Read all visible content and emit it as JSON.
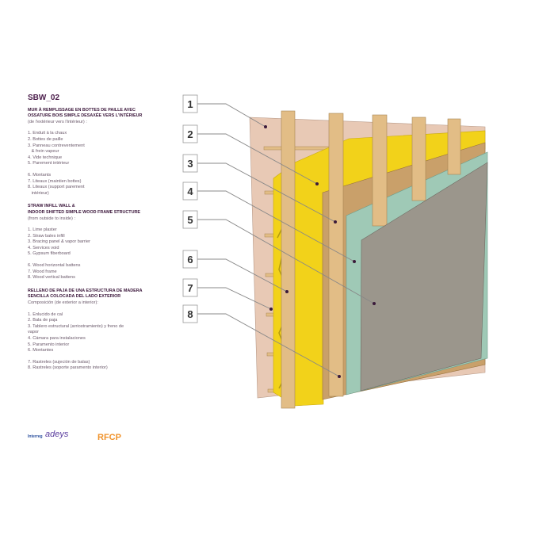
{
  "code": "SBW_02",
  "sections": [
    {
      "title": [
        "MUR À REMPLISSAGE EN BOTTES DE PAILLE AVEC",
        "OSSATURE BOIS SIMPLE DESAXÉE VERS L'INTÉRIEUR"
      ],
      "subtitle": "(de l'extérieur vers l'intérieur) :",
      "items": [
        "1. Enduit à la chaux",
        "2. Bottes de paille",
        "3. Panneau contreventement",
        "   & frein vapeur",
        "4. Vide technique",
        "5. Parement intérieur"
      ],
      "items2": [
        "6. Montants",
        "7. Liteaux (maintien bottes)",
        "8. Liteaux (support parement",
        "   intérieur)"
      ]
    },
    {
      "title": [
        "STRAW INFILL WALL &",
        "INDOOR SHIFTED SIMPLE WOOD FRAME STRUCTURE"
      ],
      "subtitle": "(from outside to inside) :",
      "items": [
        "1. Lime plaster",
        "2. Straw bales infill",
        "3. Bracing panel & vapor barrier",
        "4. Services void",
        "5. Gypsum fiberboard"
      ],
      "items2": [
        "6. Wood horizontal battens",
        "7. Wood frame",
        "8. Wood vertical battens"
      ]
    },
    {
      "title": [
        "RELLENO DE PAJA DE UNA ESTRUCTURA DE MADERA",
        "SENCILLA COLOCADA DEL LADO EXTERIOR"
      ],
      "subtitle": "Composición (de exterior a interior):",
      "items": [
        "1. Enlucido de cal",
        "2. Bala de paja",
        "3. Tablero estructural (arriostramiento) y freno de",
        "vapor",
        "4. Cámara para instalaciones",
        "5. Paramento interior",
        "6. Montantes"
      ],
      "items2": [
        "7. Rastreles (sujeción de balas)",
        "8. Rastreles (soporte paramento interior)"
      ]
    }
  ],
  "callouts": [
    "1",
    "2",
    "3",
    "4",
    "5",
    "6",
    "7",
    "8"
  ],
  "logos": [
    "Interreg",
    "adeys",
    "RFCP"
  ],
  "colors": {
    "plaster": "#e8c9b5",
    "straw": "#f2d21a",
    "bracing": "#c9a06a",
    "gypsum": "#9fc9b6",
    "board": "#9b968c",
    "wood": "#e2bd86",
    "text": "#4a1c4a"
  }
}
